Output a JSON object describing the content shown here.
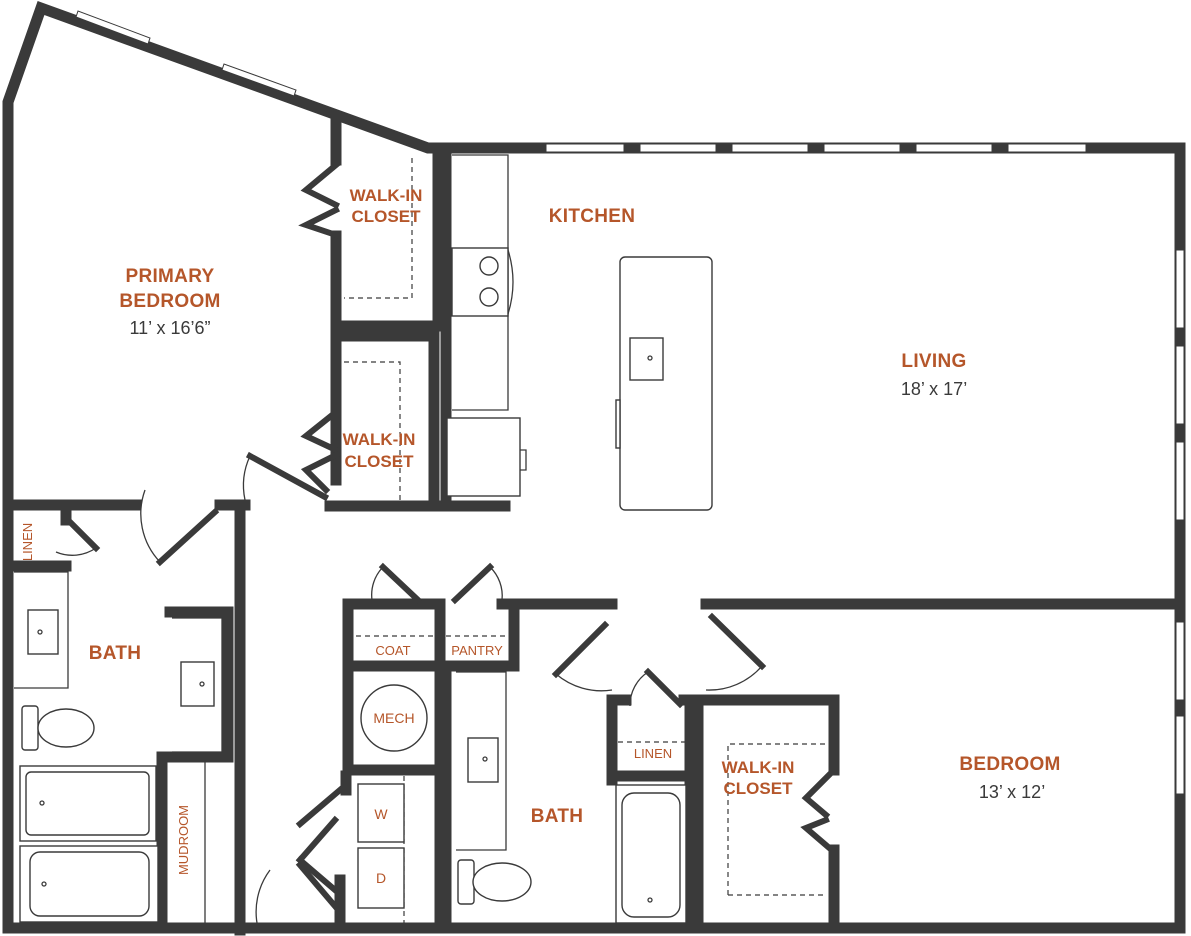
{
  "rooms": {
    "primary_bedroom": {
      "line1": "PRIMARY",
      "line2": "BEDROOM",
      "dims": "11’ x 16’6”"
    },
    "walk_in_closet_top": {
      "line1": "WALK-IN",
      "line2": "CLOSET"
    },
    "walk_in_closet_mid": {
      "line1": "WALK-IN",
      "line2": "CLOSET"
    },
    "kitchen": {
      "name": "KITCHEN"
    },
    "living": {
      "name": "LIVING",
      "dims": "18’ x 17’"
    },
    "bath_left": {
      "name": "BATH"
    },
    "bath_center": {
      "name": "BATH"
    },
    "bedroom": {
      "name": "BEDROOM",
      "dims": "13’ x 12’"
    },
    "walk_in_closet_right": {
      "line1": "WALK-IN",
      "line2": "CLOSET"
    }
  },
  "labels": {
    "linen_left": "LINEN",
    "linen_center": "LINEN",
    "coat": "COAT",
    "pantry": "PANTRY",
    "mech": "MECH",
    "washer": "W",
    "dryer": "D",
    "mudroom": "MUDROOM"
  },
  "colors": {
    "wall": "#3a3a3a",
    "label": "#b5562a"
  }
}
